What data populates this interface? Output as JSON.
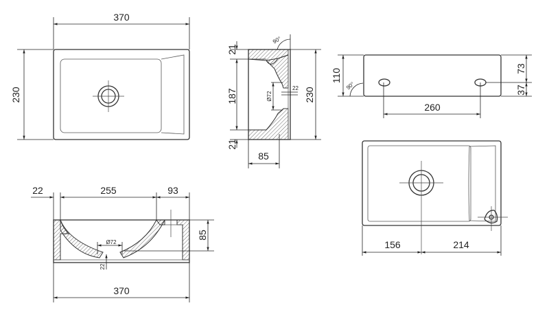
{
  "top_view": {
    "width": "370",
    "depth": "230"
  },
  "side_section": {
    "top_wall": "21",
    "inner": "187",
    "bottom_wall": "21",
    "depth": "230",
    "height": "85",
    "drain_dia": "Ø72",
    "drain_wall": "22",
    "angle": "90°"
  },
  "back_view": {
    "height": "110",
    "upper": "73",
    "lower": "37",
    "hole_spacing": "260",
    "angle": "90°"
  },
  "plan_view": {
    "left": "156",
    "right": "214"
  },
  "front_section": {
    "left_wall": "22",
    "basin": "255",
    "deck": "93",
    "height": "85",
    "drain_dia": "Ø72",
    "drain_wall": "22",
    "width": "370"
  }
}
